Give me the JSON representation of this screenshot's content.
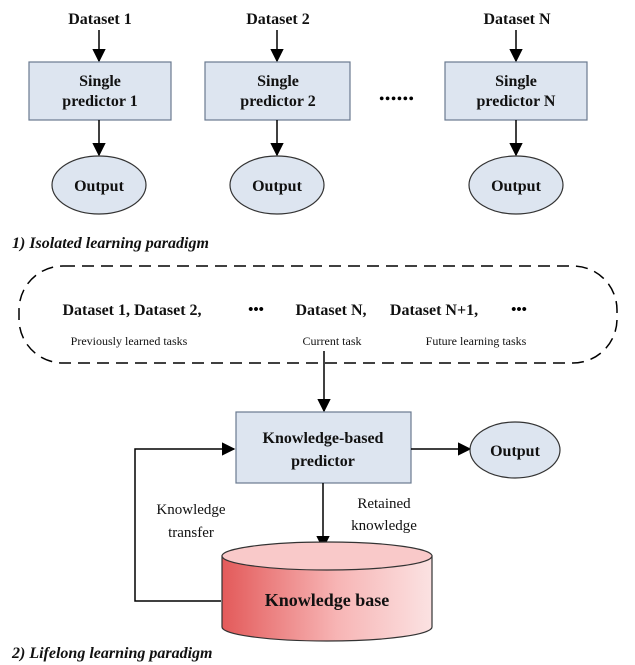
{
  "isolated": {
    "datasets": [
      "Dataset 1",
      "Dataset 2",
      "Dataset N"
    ],
    "predictors": [
      [
        "Single",
        "predictor 1"
      ],
      [
        "Single",
        "predictor 2"
      ],
      [
        "Single",
        "predictor N"
      ]
    ],
    "outputs": [
      "Output",
      "Output",
      "Output"
    ],
    "ellipsis": "••••••",
    "caption": "1) Isolated learning paradigm"
  },
  "lifelong": {
    "previous_datasets": "Dataset 1, Dataset 2,",
    "ellipsis_1": "•••",
    "current_dataset": "Dataset N,",
    "future_dataset": "Dataset N+1,",
    "ellipsis_2": "•••",
    "previous_label": "Previously learned tasks",
    "current_label": "Current task",
    "future_label": "Future learning tasks",
    "predictor": [
      "Knowledge-based",
      "predictor"
    ],
    "output": "Output",
    "retained": [
      "Retained",
      "knowledge"
    ],
    "transfer": [
      "Knowledge",
      "transfer"
    ],
    "knowledge_base": "Knowledge base",
    "caption": "2) Lifelong learning paradigm"
  },
  "colors": {
    "box_fill": "#dde5f0",
    "box_stroke": "#6a7a90",
    "ellipse_fill": "#dde5f0",
    "cylinder_top": "#f9c9c9",
    "cylinder_body": "#ee7777",
    "line": "#000000"
  }
}
